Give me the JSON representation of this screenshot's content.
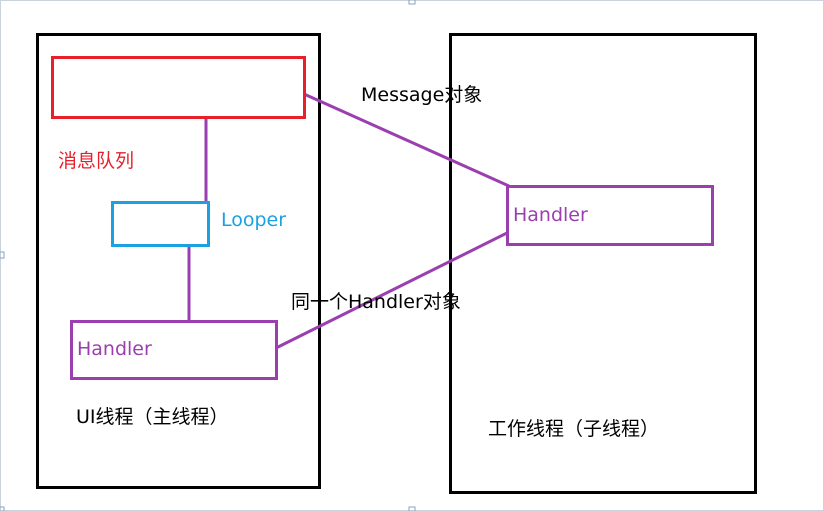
{
  "colors": {
    "black": "#000000",
    "red": "#e8202a",
    "blue": "#1ba1e2",
    "purple": "#9b3fb0",
    "frame": "#c9d3de"
  },
  "labels": {
    "message_object": "Message对象",
    "message_queue": "消息队列",
    "looper": "Looper",
    "handler_worker": "Handler",
    "same_handler_object": "同一个Handler对象",
    "handler_main": "Handler",
    "ui_thread": "UI线程（主线程）",
    "worker_thread": "工作线程（子线程）"
  }
}
